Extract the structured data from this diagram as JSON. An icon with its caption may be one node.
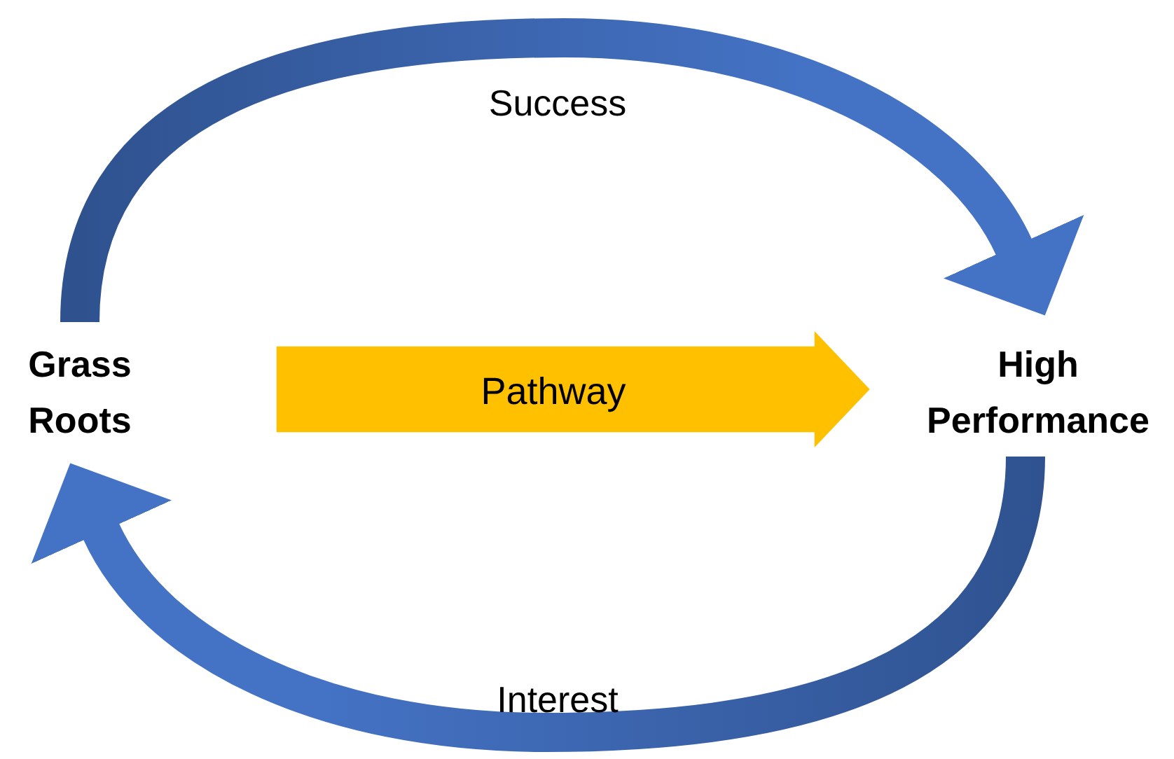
{
  "diagram": {
    "nodes": [
      {
        "text": [
          "Grass Roots"
        ]
      },
      {
        "text": [
          "High Performance"
        ]
      }
    ],
    "edges": [
      {
        "from": 0,
        "to": 1,
        "arrow": "to",
        "label": "Success"
      },
      {
        "from": 1,
        "to": 0,
        "arrow": "to",
        "label": "Interest"
      },
      {
        "from": 0,
        "to": 1,
        "arrow": "to",
        "label": "Pathway",
        "color": "#ffc000"
      }
    ]
  }
}
